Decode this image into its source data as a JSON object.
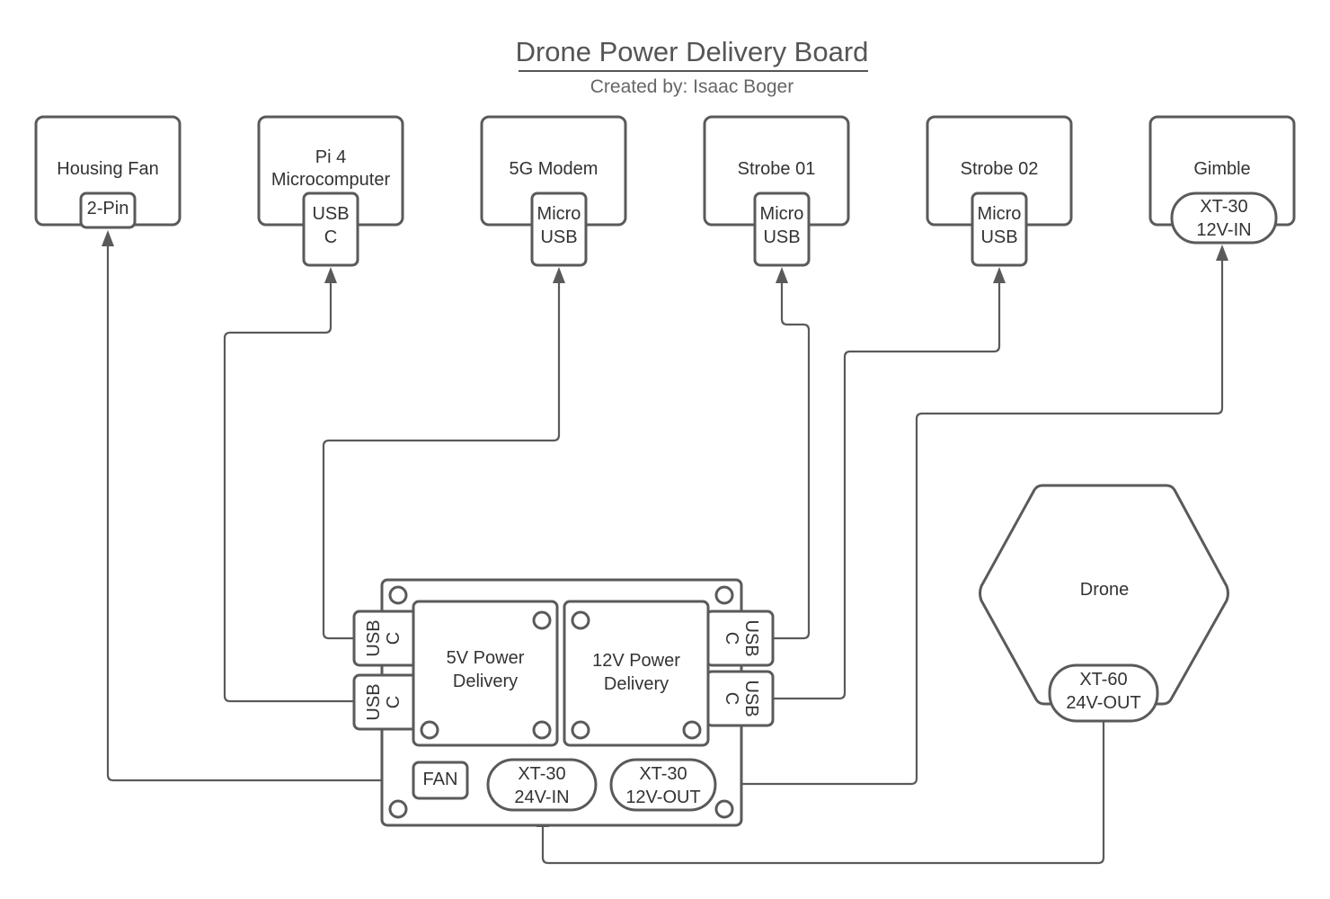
{
  "title": "Drone Power Delivery Board",
  "subtitle": "Created by: Isaac Boger",
  "colors": {
    "stroke": "#5a5a5a",
    "text": "#333333",
    "background": "#ffffff"
  },
  "devices": [
    {
      "name": "Housing Fan",
      "connector": "2-Pin"
    },
    {
      "name": "Pi 4 Microcomputer",
      "name_lines": [
        "Pi 4",
        "Microcomputer"
      ],
      "connector_lines": [
        "USB",
        "C"
      ]
    },
    {
      "name": "5G Modem",
      "connector_lines": [
        "Micro",
        "USB"
      ]
    },
    {
      "name": "Strobe 01",
      "connector_lines": [
        "Micro",
        "USB"
      ]
    },
    {
      "name": "Strobe 02",
      "connector_lines": [
        "Micro",
        "USB"
      ]
    },
    {
      "name": "Gimble",
      "connector_lines": [
        "XT-30",
        "12V-IN"
      ]
    }
  ],
  "board": {
    "module_5v": [
      "5V Power",
      "Delivery"
    ],
    "module_12v": [
      "12V Power",
      "Delivery"
    ],
    "left_ports": [
      [
        "USB",
        "C"
      ],
      [
        "USB",
        "C"
      ]
    ],
    "right_ports": [
      [
        "USB",
        "C"
      ],
      [
        "USB",
        "C"
      ]
    ],
    "fan_port": "FAN",
    "input_port": [
      "XT-30",
      "24V-IN"
    ],
    "output_port": [
      "XT-30",
      "12V-OUT"
    ]
  },
  "drone": {
    "name": "Drone",
    "connector": [
      "XT-60",
      "24V-OUT"
    ]
  },
  "connections": [
    {
      "from": "board.fan_port",
      "to": "Housing Fan"
    },
    {
      "from": "board.left_ports.1",
      "to": "Pi 4 Microcomputer"
    },
    {
      "from": "board.left_ports.0",
      "to": "5G Modem"
    },
    {
      "from": "board.right_ports.0",
      "to": "Strobe 01"
    },
    {
      "from": "board.right_ports.1",
      "to": "Strobe 02"
    },
    {
      "from": "board.output_port",
      "to": "Gimble"
    },
    {
      "from": "drone.connector",
      "to": "board.input_port"
    }
  ]
}
